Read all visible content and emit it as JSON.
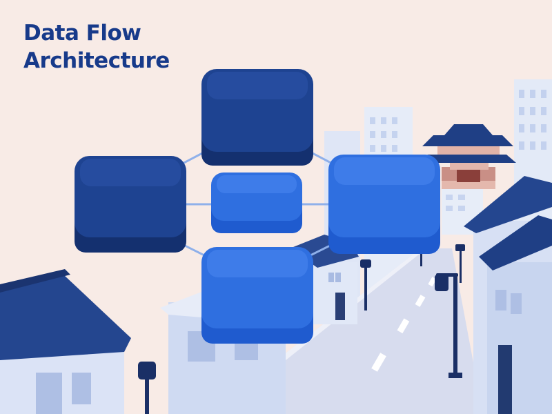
{
  "title": {
    "line1": "Data Flow",
    "line2": "Architecture"
  },
  "diagram": {
    "nodes": [
      {
        "id": "node-top",
        "tone": "dark"
      },
      {
        "id": "node-left",
        "tone": "dark"
      },
      {
        "id": "node-center",
        "tone": "bright"
      },
      {
        "id": "node-right",
        "tone": "bright"
      },
      {
        "id": "node-bottom",
        "tone": "bright"
      }
    ],
    "edges": [
      {
        "from": "node-top",
        "to": "node-left"
      },
      {
        "from": "node-top",
        "to": "node-right"
      },
      {
        "from": "node-left",
        "to": "node-center"
      },
      {
        "from": "node-center",
        "to": "node-right"
      },
      {
        "from": "node-left",
        "to": "node-bottom"
      },
      {
        "from": "node-bottom",
        "to": "node-right"
      }
    ]
  },
  "colors": {
    "background": "#f8ebe6",
    "title": "#173a8a",
    "node_dark": "#1c3f8c",
    "node_bright": "#2f6fe0",
    "edge": "#8fb0ea",
    "building_light": "#dbe4f7",
    "building_mid": "#b9c9ec",
    "roof": "#24468f",
    "road": "#d9def0"
  }
}
